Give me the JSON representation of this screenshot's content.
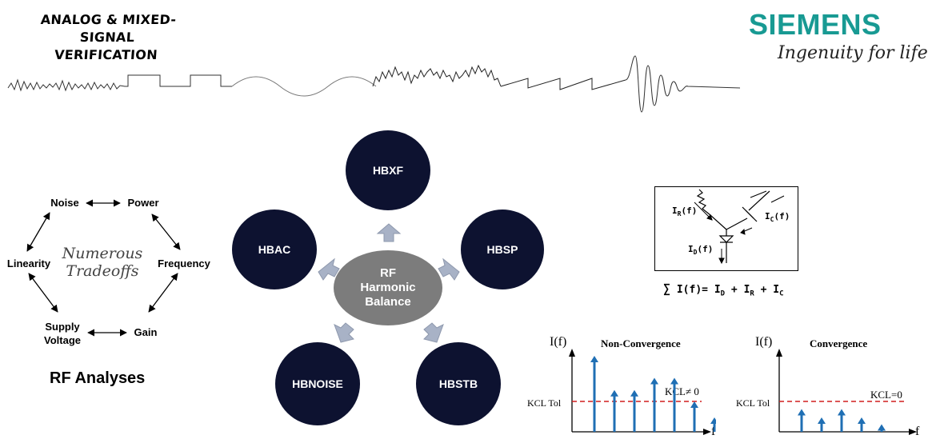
{
  "header": {
    "title_line1": "ANALOG & MIXED-SIGNAL",
    "title_line2": "VERIFICATION",
    "brand": "SIEMENS",
    "tagline": "Ingenuity for life"
  },
  "tradeoffs": {
    "center_text_line1": "Numerous",
    "center_text_line2": "Tradeoffs",
    "nodes": {
      "noise": "Noise",
      "power": "Power",
      "linearity": "Linearity",
      "frequency": "Frequency",
      "supply_line1": "Supply",
      "supply_line2": "Voltage",
      "gain": "Gain"
    },
    "caption": "RF Analyses"
  },
  "harmonic_balance": {
    "center_line1": "RF",
    "center_line2": "Harmonic",
    "center_line3": "Balance",
    "analyses": {
      "top": "HBXF",
      "left": "HBAC",
      "right": "HBSP",
      "bottom_left": "HBNOISE",
      "bottom_right": "HBSTB"
    },
    "colors": {
      "circle": "#0d1230",
      "center": "#7c7c7c",
      "arrow": "#a8b2c6"
    }
  },
  "kcl": {
    "ir": "I",
    "ir_sub": "R",
    "ic": "I",
    "ic_sub": "C",
    "id": "I",
    "id_sub": "D",
    "f_arg": "(f)",
    "eq_sum": "∑",
    "eq_lhs": " I(f)= ",
    "eq_term_d": "I",
    "eq_sub_d": "D",
    "eq_term_r": "I",
    "eq_sub_r": "R",
    "eq_term_c": "I",
    "eq_sub_c": "C",
    "eq_plus": " + "
  },
  "spectra": {
    "non_convergence": {
      "title": "Non-Convergence",
      "y_label": "I(f)",
      "x_label": "f",
      "tol_label": "KCL Tol",
      "status": "KCL≠ 0",
      "tol_level": 0.4,
      "bars": [
        1.0,
        0.55,
        0.55,
        0.71,
        0.71,
        0.4,
        0.19
      ]
    },
    "convergence": {
      "title": "Convergence",
      "y_label": "I(f)",
      "x_label": "f",
      "tol_label": "KCL Tol",
      "status": "KCL=0",
      "tol_level": 0.4,
      "bars": [
        0.3,
        0.19,
        0.3,
        0.19,
        0.1
      ]
    },
    "colors": {
      "bar": "#1f6fb4",
      "tol": "#d11f1f"
    }
  }
}
